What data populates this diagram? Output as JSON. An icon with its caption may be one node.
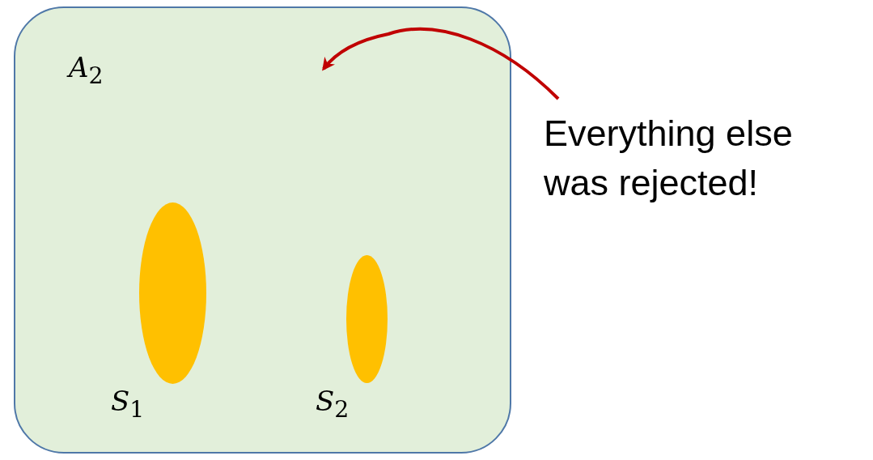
{
  "diagram": {
    "nodes": [
      {
        "text": [
          "*A*$_{2}$"
        ]
      },
      {
        "text": [],
        "shape": "ellipse",
        "in": 0,
        "beside": [
          "*S*$_{1}$"
        ]
      },
      {
        "text": [],
        "shape": "ellipse",
        "in": 0,
        "beside": [
          "*S*$_{2}$"
        ]
      },
      {
        "text": [
          "Everything else was rejected!"
        ]
      }
    ],
    "edges": [
      {
        "from": 3,
        "to": 0,
        "arrow": "to",
        "color": "#c00000"
      }
    ]
  }
}
